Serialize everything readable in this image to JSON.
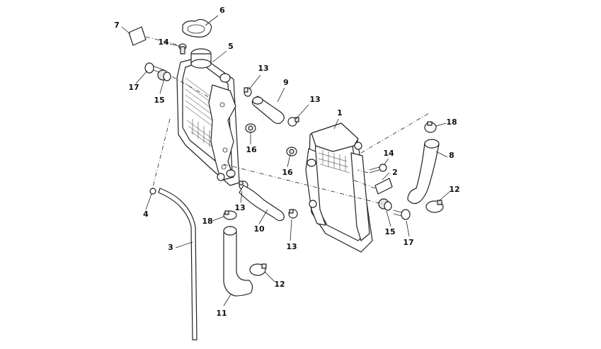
{
  "callouts": [
    {
      "id": "c1",
      "number": "1"
    },
    {
      "id": "c2",
      "number": "2"
    },
    {
      "id": "c3",
      "number": "3"
    },
    {
      "id": "c4",
      "number": "4"
    },
    {
      "id": "c5",
      "number": "5"
    },
    {
      "id": "c6",
      "number": "6"
    },
    {
      "id": "c7",
      "number": "7"
    },
    {
      "id": "c8",
      "number": "8"
    },
    {
      "id": "c9",
      "number": "9"
    },
    {
      "id": "c10",
      "number": "10"
    },
    {
      "id": "c11",
      "number": "11"
    },
    {
      "id": "c12a",
      "number": "12"
    },
    {
      "id": "c12b",
      "number": "12"
    },
    {
      "id": "c13a",
      "number": "13"
    },
    {
      "id": "c13b",
      "number": "13"
    },
    {
      "id": "c13c",
      "number": "13"
    },
    {
      "id": "c13d",
      "number": "13"
    },
    {
      "id": "c14a",
      "number": "14"
    },
    {
      "id": "c14b",
      "number": "14"
    },
    {
      "id": "c15a",
      "number": "15"
    },
    {
      "id": "c15b",
      "number": "15"
    },
    {
      "id": "c16a",
      "number": "16"
    },
    {
      "id": "c16b",
      "number": "16"
    },
    {
      "id": "c17a",
      "number": "17"
    },
    {
      "id": "c17b",
      "number": "17"
    },
    {
      "id": "c18a",
      "number": "18"
    },
    {
      "id": "c18b",
      "number": "18"
    }
  ]
}
